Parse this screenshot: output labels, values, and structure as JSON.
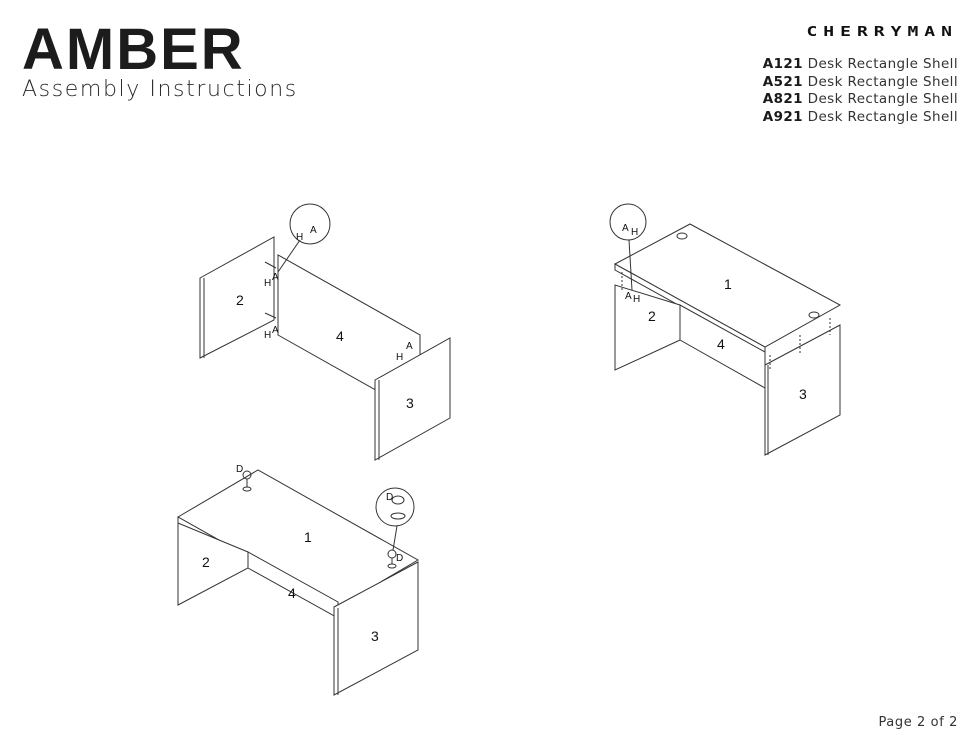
{
  "header": {
    "title": "AMBER",
    "subtitle": "Assembly Instructions",
    "brand": "CHERRYMAN",
    "models": [
      {
        "code": "A121",
        "name": "Desk Rectangle Shell"
      },
      {
        "code": "A521",
        "name": "Desk Rectangle Shell"
      },
      {
        "code": "A821",
        "name": "Desk Rectangle Shell"
      },
      {
        "code": "A921",
        "name": "Desk Rectangle Shell"
      }
    ]
  },
  "diagrams": {
    "step1": {
      "parts": [
        "2",
        "4",
        "3"
      ],
      "hardware": [
        "A",
        "H"
      ]
    },
    "step2": {
      "parts": [
        "1",
        "2",
        "4",
        "3"
      ],
      "hardware": [
        "A",
        "H"
      ]
    },
    "step3": {
      "parts": [
        "1",
        "2",
        "4",
        "3"
      ],
      "hardware": [
        "D"
      ]
    }
  },
  "footer": {
    "page": "Page 2 of 2"
  }
}
